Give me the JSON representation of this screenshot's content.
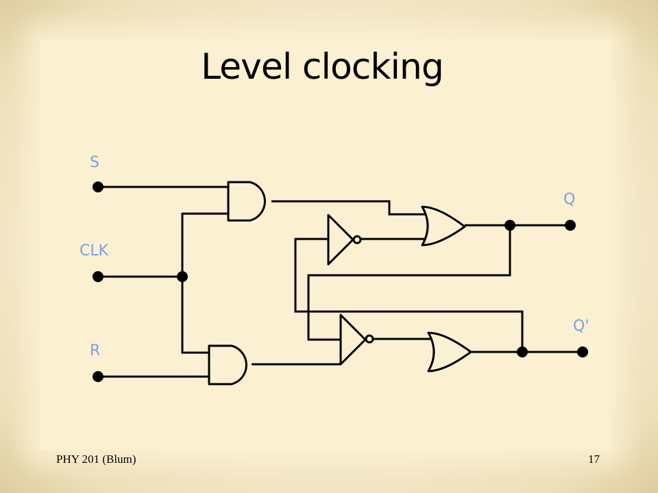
{
  "slide": {
    "title": "Level clocking",
    "footer_left": "PHY 201 (Blum)",
    "page_number": "17"
  },
  "circuit": {
    "inputs": [
      "S",
      "CLK",
      "R"
    ],
    "outputs": [
      "Q",
      "Q'"
    ],
    "label_color": "#7aa0dc",
    "gates": [
      "and-gate",
      "and-gate",
      "not-gate",
      "not-gate",
      "or-gate",
      "or-gate"
    ]
  }
}
